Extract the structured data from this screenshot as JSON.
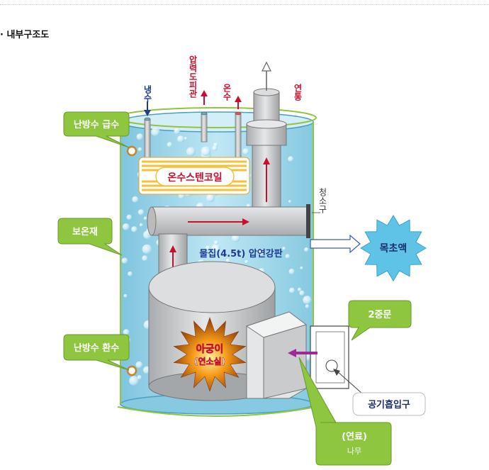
{
  "page": {
    "title": "· 내부구조도"
  },
  "labels": {
    "cold_water": "냉수",
    "pressure_gauge_pipe": "압력도피관",
    "hot_water": "온수",
    "flue": "연통",
    "hot_water_stencoil": "온수스텐코일",
    "cleaning_port": "청소구",
    "water_jacket": "물집(4.5t) 압연강판",
    "furnace_title": "아궁이",
    "furnace_sub": "(연소실)",
    "wood_vinegar": "목초액",
    "heating_supply": "난방수 급수",
    "insulation": "보온재",
    "heating_return": "난방수 환수",
    "double_door": "2중문",
    "air_intake": "공기흡입구",
    "fuel_title": "(연료)",
    "fuel_sub": "나무"
  },
  "colors": {
    "water": "#9ed6ea",
    "metal": "#c9cbcc",
    "callout_green": "#8ec63f",
    "coil_yellow": "#f3c239",
    "arrow_red": "#c8102e",
    "arrow_blue": "#1f3a93",
    "arrow_purple": "#a0289b",
    "star_blue": "#5ec3e6",
    "flame": "#f07a13"
  }
}
